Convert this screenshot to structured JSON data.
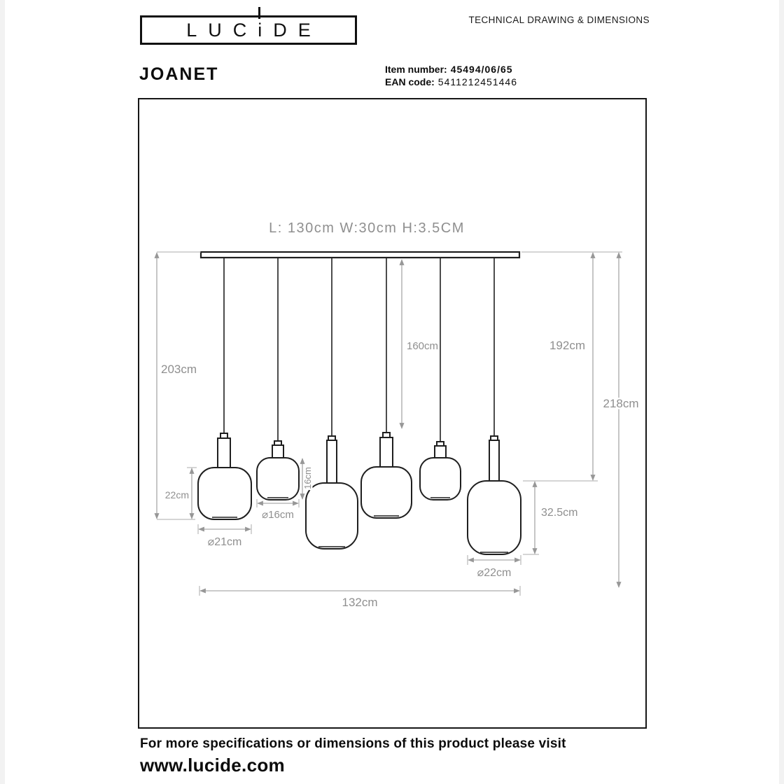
{
  "colors": {
    "drawing_line": "#1f1f1f",
    "dimension_gray": "#8f8f8f",
    "text": "#0d0d0d"
  },
  "header": {
    "logo_text": "LUCiDE",
    "doc_title": "TECHNICAL DRAWING & DIMENSIONS"
  },
  "product": {
    "name": "JOANET",
    "item_label": "Item number:",
    "item_value": "45494/06/65",
    "ean_label": "EAN code:",
    "ean_value": "5411212451446"
  },
  "drawing": {
    "fixture_label": "L: 130cm W:30cm H:3.5CM",
    "dims": {
      "drop_left": "203cm",
      "glass1_height": "22cm",
      "glass1_diameter": "⌀21cm",
      "glass2_height": "16cm",
      "glass2_diameter": "⌀16cm",
      "drop_middle": "160cm",
      "drop_right": "192cm",
      "drop_total": "218cm",
      "glass6_height": "32.5cm",
      "glass6_diameter": "⌀22cm",
      "overall_width": "132cm"
    }
  },
  "footer": {
    "line1": "For more specifications or dimensions of this product please visit",
    "line2": "www.lucide.com"
  }
}
